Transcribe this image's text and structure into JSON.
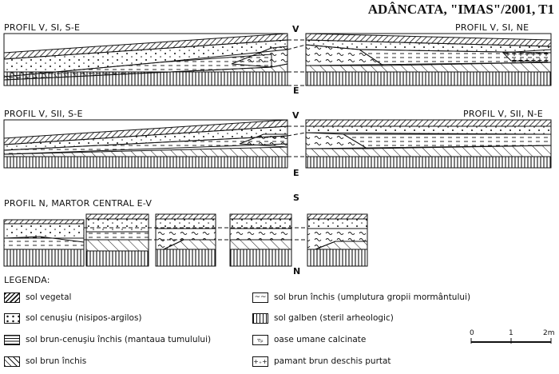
{
  "title": "ADÂNCATA, \"IMAS\"/2001, T1",
  "sections": [
    {
      "left_label": "PROFIL V, SI, S-E",
      "right_label": "PROFIL V, SI, NE",
      "top_dir": "V",
      "bottom_dir": "E"
    },
    {
      "left_label": "PROFIL V, SII, S-E",
      "right_label": "PROFIL V, SII, N-E",
      "top_dir": "V",
      "bottom_dir": "E"
    },
    {
      "left_label": "PROFIL N, MARTOR CENTRAL E-V",
      "top_dir": "S",
      "bottom_dir": "N"
    }
  ],
  "legend": {
    "title": "LEGENDA:",
    "items": [
      {
        "label": "sol vegetal",
        "pattern": "diagonal-hatch"
      },
      {
        "label": "sol cenuşiu (nisipos-argilos)",
        "pattern": "dots"
      },
      {
        "label": "sol brun-cenuşiu închis (mantaua tumulului)",
        "pattern": "dashes"
      },
      {
        "label": "sol brun închis",
        "pattern": "wide-diagonal"
      },
      {
        "label": "sol brun închis (umplutura gropii mormântului)",
        "pattern": "waves"
      },
      {
        "label": "sol galben (steril arheologic)",
        "pattern": "vertical-lines"
      },
      {
        "label": "oase umane calcinate",
        "pattern": "bones"
      },
      {
        "label": "pamant brun deschis purtat",
        "pattern": "crosses"
      }
    ]
  },
  "scale": {
    "ticks": [
      "0",
      "1",
      "2m"
    ]
  }
}
